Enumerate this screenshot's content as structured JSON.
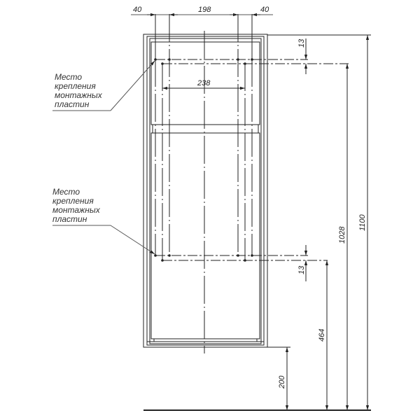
{
  "drawing": {
    "type": "technical-elevation",
    "subject": "cabinet front view with mounting plate locations",
    "line_color": "#222222",
    "leader_color": "#555555"
  },
  "dimensions": {
    "top_left_offset": "40",
    "top_inner_span": "198",
    "top_right_offset": "40",
    "inner_width": "238",
    "upper_plate_offset": "13",
    "lower_plate_offset": "13",
    "lower_plate_height": "464",
    "upper_plate_height": "1028",
    "overall_height": "1100",
    "floor_clearance": "200"
  },
  "annotations": [
    {
      "lines": [
        "Место",
        "крепления",
        "монтажных",
        "пластин"
      ]
    },
    {
      "lines": [
        "Место",
        "крепления",
        "монтажных",
        "пластин"
      ]
    }
  ]
}
